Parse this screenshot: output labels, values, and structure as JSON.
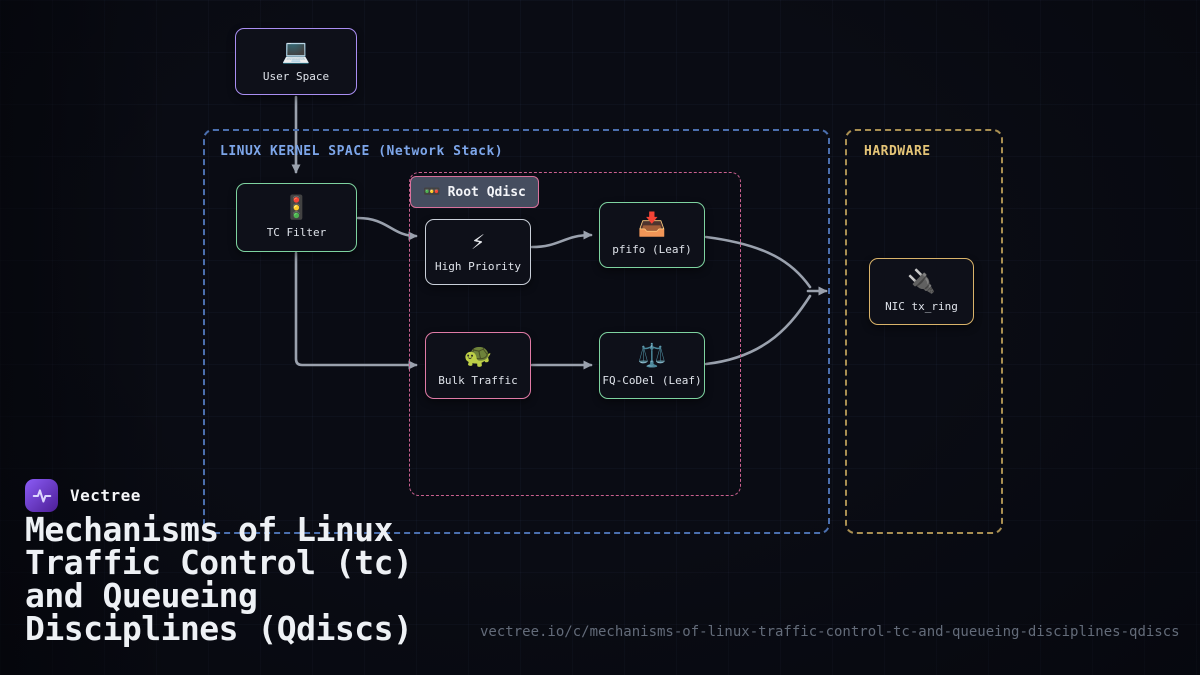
{
  "brand": {
    "name": "Vectree"
  },
  "title_lines": [
    "Mechanisms of Linux",
    "Traffic Control (tc)",
    "and Queueing",
    "Disciplines (Qdiscs)"
  ],
  "url": "vectree.io/c/mechanisms-of-linux-traffic-control-tc-and-queueing-disciplines-qdiscs",
  "diagram": {
    "groups": {
      "kernel": {
        "label": "LINUX KERNEL SPACE (Network Stack)",
        "border_color": "#4b6fae",
        "label_color": "#7da6ea"
      },
      "hardware": {
        "label": "HARDWARE",
        "border_color": "#a98f52",
        "label_color": "#e4c477"
      },
      "root_qdisc": {
        "label": "Root Qdisc",
        "icon": "🚥",
        "border_color": "#c9608f",
        "fill": "#454d5f"
      }
    },
    "nodes": {
      "user_space": {
        "label": "User Space",
        "icon": "💻",
        "border_color": "#a98ef2"
      },
      "tc_filter": {
        "label": "TC Filter",
        "icon": "🚦",
        "border_color": "#7ed3a0"
      },
      "high_priority": {
        "label": "High Priority",
        "icon": "⚡",
        "border_color": "#c9cfd9"
      },
      "bulk_traffic": {
        "label": "Bulk Traffic",
        "icon": "🐢",
        "border_color": "#e07ba6"
      },
      "pfifo": {
        "label": "pfifo (Leaf)",
        "icon": "📥",
        "border_color": "#7ed3a0"
      },
      "fq_codel": {
        "label": "FQ-CoDel (Leaf)",
        "icon": "⚖️",
        "border_color": "#7ed3a0"
      },
      "nic": {
        "label": "NIC tx_ring",
        "icon": "🔌",
        "border_color": "#d9b36a"
      }
    },
    "edges": [
      "user_space -> tc_filter",
      "tc_filter -> high_priority",
      "tc_filter -> bulk_traffic",
      "high_priority -> pfifo",
      "bulk_traffic -> fq_codel",
      "pfifo -> nic",
      "fq_codel -> nic"
    ],
    "arrow_color": "#9aa1ad"
  }
}
